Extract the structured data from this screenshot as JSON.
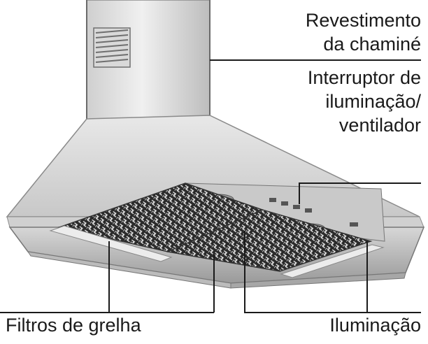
{
  "labels": {
    "chimney_cover": [
      "Revestimento",
      "da chaminé"
    ],
    "switch": [
      "Interruptor de",
      "iluminação/",
      "ventilador"
    ],
    "filters": "Filtros de grelha",
    "lighting": "Iluminação"
  },
  "colors": {
    "steel_light": "#e2e2e2",
    "steel_mid": "#b9b9b9",
    "steel_dark": "#7a7a7a",
    "filter_mesh": "#2a2a2a",
    "line": "#1a1a1a"
  }
}
